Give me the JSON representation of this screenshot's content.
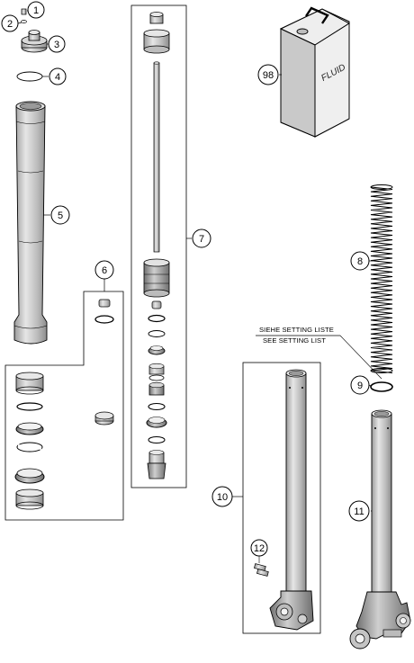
{
  "diagram": {
    "callouts": [
      {
        "id": "1",
        "text": "1"
      },
      {
        "id": "2",
        "text": "2"
      },
      {
        "id": "3",
        "text": "3"
      },
      {
        "id": "4",
        "text": "4"
      },
      {
        "id": "5",
        "text": "5"
      },
      {
        "id": "6",
        "text": "6"
      },
      {
        "id": "7",
        "text": "7"
      },
      {
        "id": "8",
        "text": "8"
      },
      {
        "id": "9",
        "text": "9"
      },
      {
        "id": "10",
        "text": "10"
      },
      {
        "id": "11",
        "text": "11"
      },
      {
        "id": "12",
        "text": "12"
      },
      {
        "id": "98",
        "text": "98"
      }
    ],
    "note_de": "SIEHE SETTING LISTE",
    "note_en": "SEE SETTING LIST",
    "can_label": "FLUID",
    "colors": {
      "line": "#000000",
      "metal": "#bfbfbf",
      "metal_dark": "#8a8a8a",
      "paper": "#ffffff"
    }
  }
}
